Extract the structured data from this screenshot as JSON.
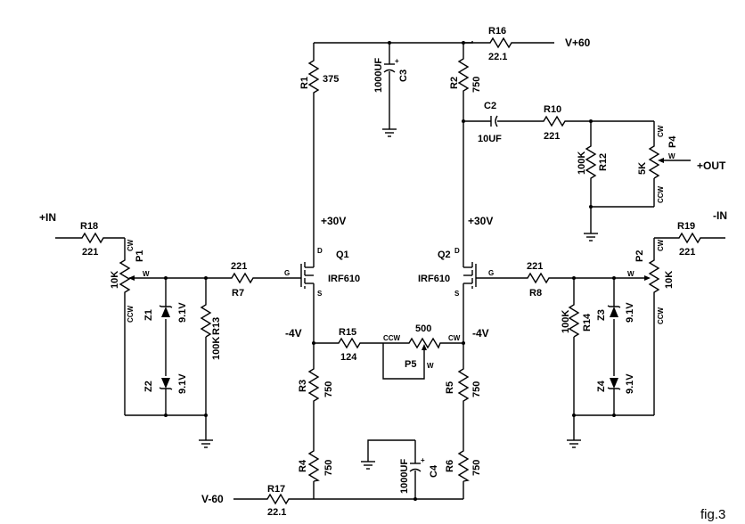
{
  "supplies": {
    "vpos": "V+60",
    "vneg": "V-60",
    "p30_left": "+30V",
    "p30_right": "+30V",
    "m4_left": "-4V",
    "m4_right": "-4V"
  },
  "io": {
    "in_pos": "+IN",
    "in_neg": "-IN",
    "out": "+OUT"
  },
  "figure": "fig.3",
  "resistors": {
    "R1": {
      "ref": "R1",
      "value": "375"
    },
    "R2": {
      "ref": "R2",
      "value": "750"
    },
    "R3": {
      "ref": "R3",
      "value": "750"
    },
    "R4": {
      "ref": "R4",
      "value": "750"
    },
    "R5": {
      "ref": "R5",
      "value": "750"
    },
    "R6": {
      "ref": "R6",
      "value": "750"
    },
    "R7": {
      "ref": "R7",
      "value": "221"
    },
    "R8": {
      "ref": "R8",
      "value": "221"
    },
    "R10": {
      "ref": "R10",
      "value": "221"
    },
    "R12": {
      "ref": "R12",
      "value": "100K"
    },
    "R13": {
      "ref": "R13",
      "value": "100K"
    },
    "R14": {
      "ref": "R14",
      "value": "100K"
    },
    "R15": {
      "ref": "R15",
      "value": "124"
    },
    "R16": {
      "ref": "R16",
      "value": "22.1"
    },
    "R17": {
      "ref": "R17",
      "value": "22.1"
    },
    "R18": {
      "ref": "R18",
      "value": "221"
    },
    "R19": {
      "ref": "R19",
      "value": "221"
    }
  },
  "capacitors": {
    "C2": {
      "ref": "C2",
      "value": "10UF"
    },
    "C3": {
      "ref": "C3",
      "value": "1000UF"
    },
    "C4": {
      "ref": "C4",
      "value": "1000UF"
    }
  },
  "pots": {
    "P1": {
      "ref": "P1",
      "value": "10K"
    },
    "P2": {
      "ref": "P2",
      "value": "10K"
    },
    "P4": {
      "ref": "P4",
      "value": "5K"
    },
    "P5": {
      "ref": "P5",
      "value": "500"
    }
  },
  "zeners": {
    "Z1": {
      "ref": "Z1",
      "value": "9.1V"
    },
    "Z2": {
      "ref": "Z2",
      "value": "9.1V"
    },
    "Z3": {
      "ref": "Z3",
      "value": "9.1V"
    },
    "Z4": {
      "ref": "Z4",
      "value": "9.1V"
    }
  },
  "transistors": {
    "Q1": {
      "ref": "Q1",
      "part": "IRF610"
    },
    "Q2": {
      "ref": "Q2",
      "part": "IRF610"
    }
  },
  "pins": {
    "D": "D",
    "S": "S",
    "G": "G",
    "W": "W",
    "CW": "CW",
    "CCW": "CCW"
  }
}
